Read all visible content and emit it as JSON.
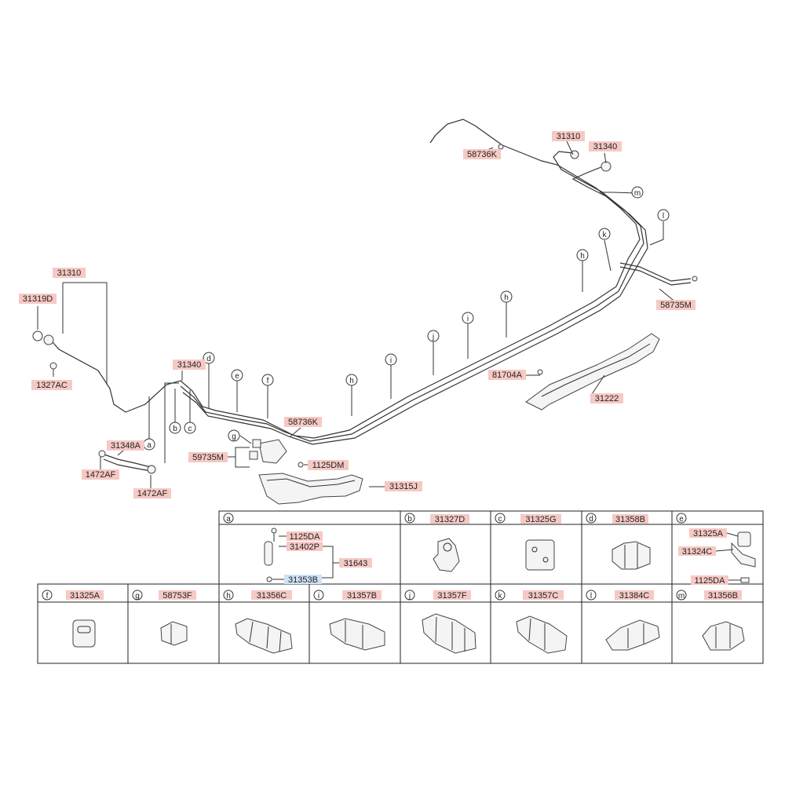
{
  "callouts": {
    "c_31310_l": "31310",
    "c_31319D": "31319D",
    "c_1327AC": "1327AC",
    "c_31340_l": "31340",
    "c_31348A": "31348A",
    "c_1472AF_a": "1472AF",
    "c_1472AF_b": "1472AF",
    "c_59735M_l": "59735M",
    "c_1125DM": "1125DM",
    "c_31315J": "31315J",
    "c_58736K_l": "58736K",
    "c_81704A": "81704A",
    "c_31222": "31222",
    "c_58735M_r": "58735M",
    "c_58736K_t": "58736K",
    "c_31310_t": "31310",
    "c_31340_t": "31340"
  },
  "letters": {
    "a": "a",
    "b": "b",
    "c": "c",
    "d": "d",
    "e": "e",
    "f": "f",
    "g": "g",
    "h": "h",
    "i": "i",
    "j": "j",
    "k": "k",
    "l": "l",
    "m": "m"
  },
  "cells": {
    "a": {
      "letter": "a",
      "p1": "1125DA",
      "p2": "31402P",
      "p3": "31643",
      "p4": "31353B"
    },
    "b": {
      "letter": "b",
      "part": "31327D"
    },
    "c": {
      "letter": "c",
      "part": "31325G"
    },
    "d": {
      "letter": "d",
      "part": "31358B"
    },
    "e": {
      "letter": "e",
      "p1": "31325A",
      "p2": "31324C",
      "p3": "1125DA"
    },
    "f": {
      "letter": "f",
      "part": "31325A"
    },
    "g": {
      "letter": "g",
      "part": "58753F"
    },
    "h": {
      "letter": "h",
      "part": "31356C"
    },
    "i": {
      "letter": "i",
      "part": "31357B"
    },
    "j": {
      "letter": "j",
      "part": "31357F"
    },
    "k": {
      "letter": "k",
      "part": "31357C"
    },
    "l": {
      "letter": "l",
      "part": "31384C"
    },
    "m": {
      "letter": "m",
      "part": "31356B"
    }
  },
  "colors": {
    "label_bg": "#f6c9c4",
    "highlight_bg": "#cfe3f7",
    "line": "#333333"
  }
}
